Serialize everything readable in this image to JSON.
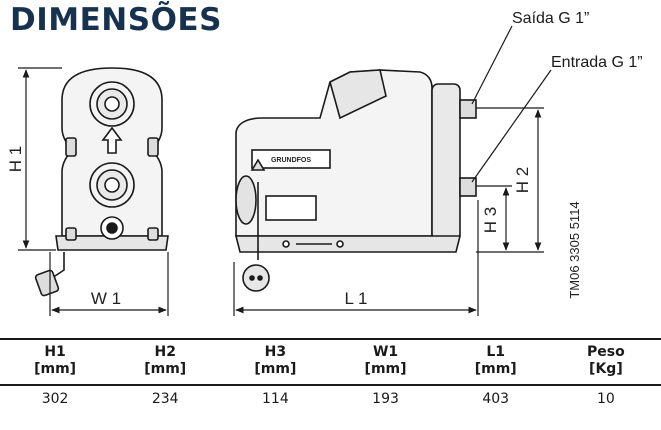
{
  "title": "DIMENSÕES",
  "callouts": {
    "outlet": "Saída G 1”",
    "inlet": "Entrada G 1”"
  },
  "dimensions": {
    "h1": "H 1",
    "h2": "H 2",
    "h3": "H 3",
    "w1": "W 1",
    "l1": "L 1"
  },
  "drawing_ref": "TM06 3305 5114",
  "brand_mark": "GRUNDFOS",
  "table": {
    "headers": [
      {
        "name": "H1",
        "unit": "[mm]"
      },
      {
        "name": "H2",
        "unit": "[mm]"
      },
      {
        "name": "H3",
        "unit": "[mm]"
      },
      {
        "name": "W1",
        "unit": "[mm]"
      },
      {
        "name": "L1",
        "unit": "[mm]"
      },
      {
        "name": "Peso",
        "unit": "[Kg]"
      }
    ],
    "rows": [
      [
        "302",
        "234",
        "114",
        "193",
        "403",
        "10"
      ]
    ]
  },
  "colors": {
    "title": "#16324f",
    "drawing_line": "#1a1a1a",
    "body_fill": "#f2f2f2"
  }
}
